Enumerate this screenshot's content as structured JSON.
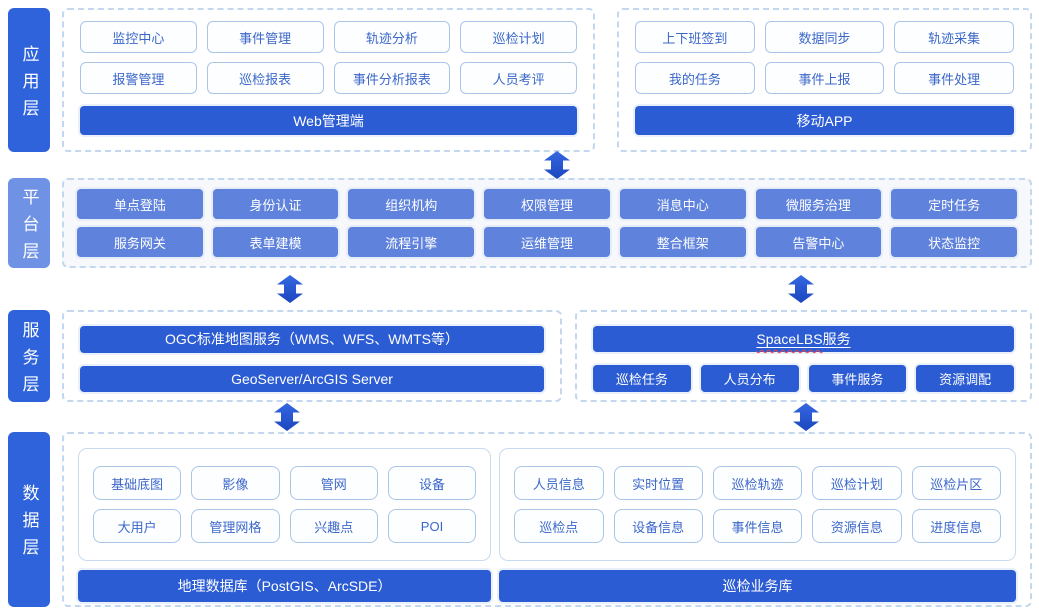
{
  "colors": {
    "accent_dark_blue": "#2B5CD3",
    "sidebar_blue": "#2E63DB",
    "platform_box_blue": "#5F82DC",
    "platform_sidebar_blue": "#6F92E5",
    "box_border_blue": "#A9C6E8",
    "box_text_blue": "#3B67C9",
    "dashed_border": "#C3D7EE",
    "spellcheck_red": "#E5484D"
  },
  "layers": {
    "app": {
      "label": "应用层",
      "web": {
        "boxes": [
          "监控中心",
          "事件管理",
          "轨迹分析",
          "巡检计划",
          "报警管理",
          "巡检报表",
          "事件分析报表",
          "人员考评"
        ],
        "bar": "Web管理端"
      },
      "mobile": {
        "boxes": [
          "上下班签到",
          "数据同步",
          "轨迹采集",
          "我的任务",
          "事件上报",
          "事件处理"
        ],
        "bar": "移动APP"
      }
    },
    "platform": {
      "label": "平台层",
      "boxes": [
        "单点登陆",
        "身份认证",
        "组织机构",
        "权限管理",
        "消息中心",
        "微服务治理",
        "定时任务",
        "服务网关",
        "表单建模",
        "流程引擎",
        "运维管理",
        "整合框架",
        "告警中心",
        "状态监控"
      ]
    },
    "service": {
      "label": "服务层",
      "gis": {
        "bar1": "OGC标准地图服务（WMS、WFS、WMTS等）",
        "bar2": "GeoServer/ArcGIS Server"
      },
      "lbs": {
        "bar_prefix": "SpaceLBS",
        "bar_suffix": "服务",
        "boxes": [
          "巡检任务",
          "人员分布",
          "事件服务",
          "资源调配"
        ]
      }
    },
    "data": {
      "label": "数据层",
      "geo": {
        "boxes": [
          "基础底图",
          "影像",
          "管网",
          "设备",
          "大用户",
          "管理网格",
          "兴趣点",
          "POI"
        ],
        "bar": "地理数据库（PostGIS、ArcSDE）"
      },
      "biz": {
        "boxes": [
          "人员信息",
          "实时位置",
          "巡检轨迹",
          "巡检计划",
          "巡检片区",
          "巡检点",
          "设备信息",
          "事件信息",
          "资源信息",
          "进度信息"
        ],
        "bar": "巡检业务库"
      }
    }
  }
}
